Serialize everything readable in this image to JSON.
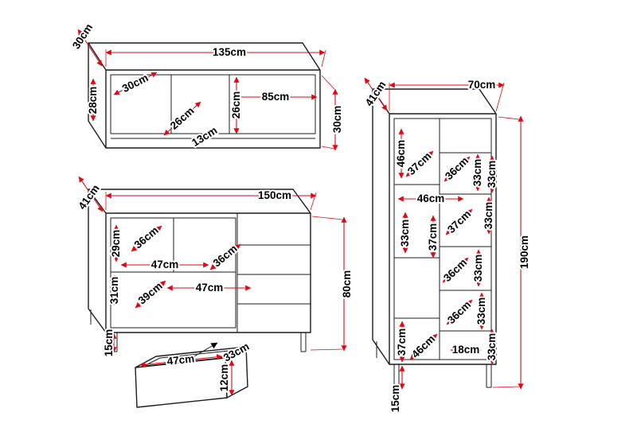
{
  "colors": {
    "background": "#ffffff",
    "line_black": "#1c1c1c",
    "dimension_red": "#e30613"
  },
  "tv_unit": {
    "width": "135cm",
    "depth": "30cm",
    "height": "30cm",
    "inner": [
      "30cm",
      "28cm",
      "26cm",
      "26cm",
      "85cm",
      "13cm"
    ]
  },
  "sideboard": {
    "width": "150cm",
    "depth": "41cm",
    "height": "80cm",
    "inner": [
      "29cm",
      "36cm",
      "47cm",
      "36cm",
      "31cm",
      "39cm",
      "47cm",
      "15cm"
    ],
    "drawer": {
      "width": "47cm",
      "depth": "33cm",
      "height": "12cm"
    }
  },
  "cabinet": {
    "width": "70cm",
    "depth": "41cm",
    "height": "190cm",
    "inner": [
      "46cm",
      "37cm",
      "36cm",
      "33cm",
      "33cm",
      "46cm",
      "33cm",
      "37cm",
      "37cm",
      "33cm",
      "36cm",
      "33cm",
      "36cm",
      "33cm",
      "37cm",
      "46cm",
      "18cm",
      "33cm",
      "15cm"
    ]
  }
}
